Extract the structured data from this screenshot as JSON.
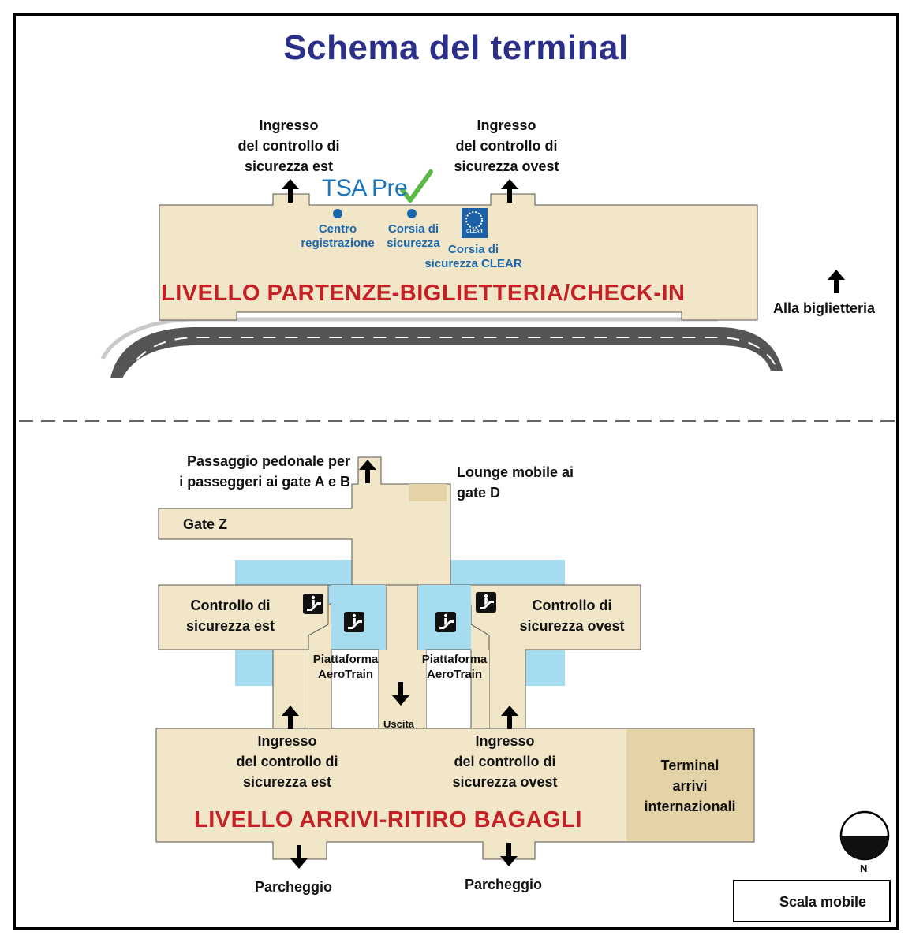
{
  "title": "Schema del terminal",
  "departures": {
    "level_label": "LIVELLO PARTENZE-BIGLIETTERIA/CHECK-IN",
    "east_entrance": [
      "Ingresso",
      "del controllo di",
      "sicurezza est"
    ],
    "west_entrance": [
      "Ingresso",
      "del controllo di",
      "sicurezza ovest"
    ],
    "tsa_brand": "TSA Pre",
    "enrollment_center": [
      "Centro",
      "registrazione"
    ],
    "security_lane": [
      "Corsia di",
      "sicurezza"
    ],
    "clear_logo_text": "CLEAR",
    "clear_lane": [
      "Corsia di",
      "sicurezza CLEAR"
    ],
    "ticketing": "Alla biglietteria"
  },
  "arrivals": {
    "walkway": [
      "Passaggio pedonale per",
      "i passeggeri ai gate A e B"
    ],
    "mobile_lounge": [
      "Lounge mobile ai",
      "gate D"
    ],
    "gate_z": "Gate Z",
    "east_checkpoint": [
      "Controllo di",
      "sicurezza est"
    ],
    "west_checkpoint": [
      "Controllo di",
      "sicurezza ovest"
    ],
    "aerotrain_west": [
      "Piattaforma",
      "AeroTrain"
    ],
    "aerotrain_east": [
      "Piattaforma",
      "AeroTrain"
    ],
    "exit": "Uscita",
    "east_entrance": [
      "Ingresso",
      "del controllo di",
      "sicurezza est"
    ],
    "west_entrance": [
      "Ingresso",
      "del controllo di",
      "sicurezza ovest"
    ],
    "international": [
      "Terminal",
      "arrivi",
      "internazionali"
    ],
    "level_label": "LIVELLO ARRIVI-RITIRO BAGAGLI",
    "parking_left": "Parcheggio",
    "parking_right": "Parcheggio"
  },
  "compass": {
    "north": "N"
  },
  "legend": {
    "escalator": "Scala mobile"
  },
  "colors": {
    "building": "#f2e6c9",
    "building_dark": "#e5d3a8",
    "train": "#a6dcef",
    "title": "#2b2f8a",
    "level_label": "#c42127",
    "tsa_blue": "#1d75bc",
    "check_green": "#5bb947"
  }
}
